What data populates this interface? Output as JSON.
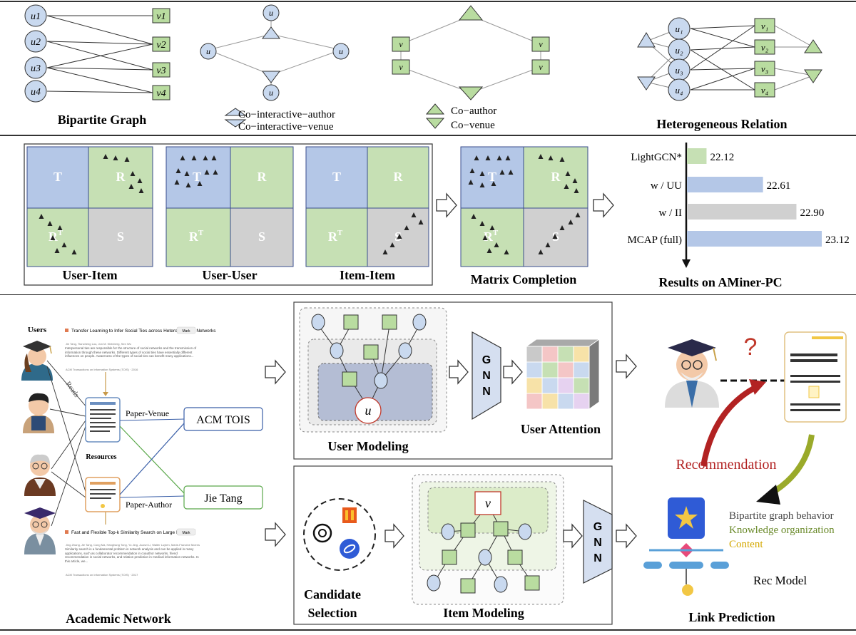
{
  "row1": {
    "bipartite_title": "Bipartite Graph",
    "co_interactive_author": "Co−interactive−author",
    "co_interactive_venue": "Co−interactive−venue",
    "co_author": "Co−author",
    "co_venue": "Co−venue",
    "hetero_title": "Heterogeneous Relation",
    "user_nodes": [
      "u1",
      "u2",
      "u3",
      "u4"
    ],
    "item_nodes": [
      "v1",
      "v2",
      "v3",
      "v4"
    ]
  },
  "row2": {
    "blocks": {
      "T": "T",
      "R": "R",
      "RT": "R",
      "sup": "T",
      "S": "S"
    },
    "titles": {
      "user_item": "User-Item",
      "user_user": "User-User",
      "item_item": "Item-Item",
      "matrix_completion": "Matrix Completion"
    },
    "results_title": "Results on AMiner-PC",
    "chart_data": {
      "type": "bar",
      "orientation": "horizontal",
      "categories": [
        "LightGCN*",
        "w / UU",
        "w / II",
        "MCAP (full)"
      ],
      "values": [
        22.12,
        22.61,
        22.9,
        23.12
      ],
      "value_labels": [
        "22.12",
        "22.61",
        "22.90",
        "23.12"
      ],
      "colors": [
        "#c6e0b4",
        "#b4c7e7",
        "#d0d0d0",
        "#b4c7e7"
      ],
      "title": "Results on AMiner-PC",
      "xlim": [
        21.95,
        23.25
      ]
    }
  },
  "row3": {
    "users_label": "Users",
    "reads_label": "Reads",
    "resources_label": "Resources",
    "paper_venue": "Paper-Venue",
    "paper_author": "Paper-Author",
    "venue_node": "ACM TOIS",
    "author_node": "Jie Tang",
    "academic_network": "Academic Network",
    "paper1_title": "Transfer Learning to Infer Social Ties across Heterogeneous Networks",
    "paper1_authors": "Jie Tang, Tiancheng Lou, Jon M. Kleinberg, Sen Wu",
    "paper1_abstract": "Interpersonal ties are responsible for the structure of social networks and the transmission of information through these networks. Different types of social ties have essentially different influences on people. Awareness of the types of social ties can benefit many applications...",
    "paper1_venue": "ACM Transactions on Information Systems (TOIS) · 2016",
    "paper2_title": "Fast and Flexible Top-k Similarity Search on Large Networks",
    "paper2_authors": "Jing Zhang, Jie Tang, Cong Ma, Hanghang Tong, Yu Jing, Juanzi Li, Walter Luyten, Marie-Francine Moens",
    "paper2_abstract": "Similarity search is a fundamental problem in network analysis and can be applied in many applications, such as collaborator recommendation in coauthor networks, friend recommendation in social networks, and relation prediction in medical information networks. In this article, we...",
    "paper2_venue": "ACM Transactions on Information Systems (TOIS) · 2017",
    "mark_label": "Mark",
    "user_modeling": "User Modeling",
    "gnn_letters": [
      "G",
      "N",
      "N"
    ],
    "user_attention": "User Attention",
    "candidate_selection": [
      "Candidate",
      "Selection"
    ],
    "item_modeling": "Item Modeling",
    "u_label": "u",
    "v_label": "v",
    "recommendation": "Recommendation",
    "question": "?",
    "rec_lines": [
      "Bipartite graph behavior",
      "Knowledge organization",
      "Content"
    ],
    "rec_line_colors": [
      "#444444",
      "#6a8a2a",
      "#d4a800"
    ],
    "rec_model": "Rec Model",
    "link_prediction": "Link Prediction"
  }
}
